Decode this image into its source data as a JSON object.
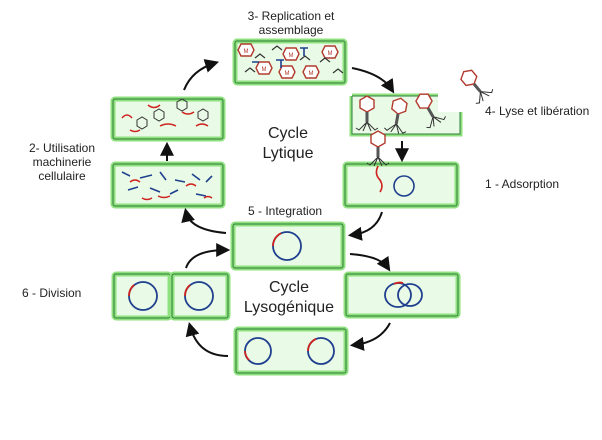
{
  "labels": {
    "step3_line1": "3- Replication et",
    "step3_line2": "assemblage",
    "step4": "4- Lyse et libération",
    "step2_line1": "2- Utilisation",
    "step2_line2": "machinerie",
    "step2_line3": "cellulaire",
    "step1": "1 - Adsorption",
    "step5": "5 - Integration",
    "step6": "6 - Division"
  },
  "titles": {
    "lytic_line1": "Cycle",
    "lytic_line2": "Lytique",
    "lysogenic_line1": "Cycle",
    "lysogenic_line2": "Lysogénique"
  },
  "colors": {
    "cell_fill": "#e9fbe6",
    "cell_border": "#2f7d3a",
    "cell_glow": "#8fe07f",
    "dna_blue": "#1f3f8f",
    "dna_red": "#d0231f",
    "arrow": "#111111",
    "phage_head": "#b23a2e"
  }
}
